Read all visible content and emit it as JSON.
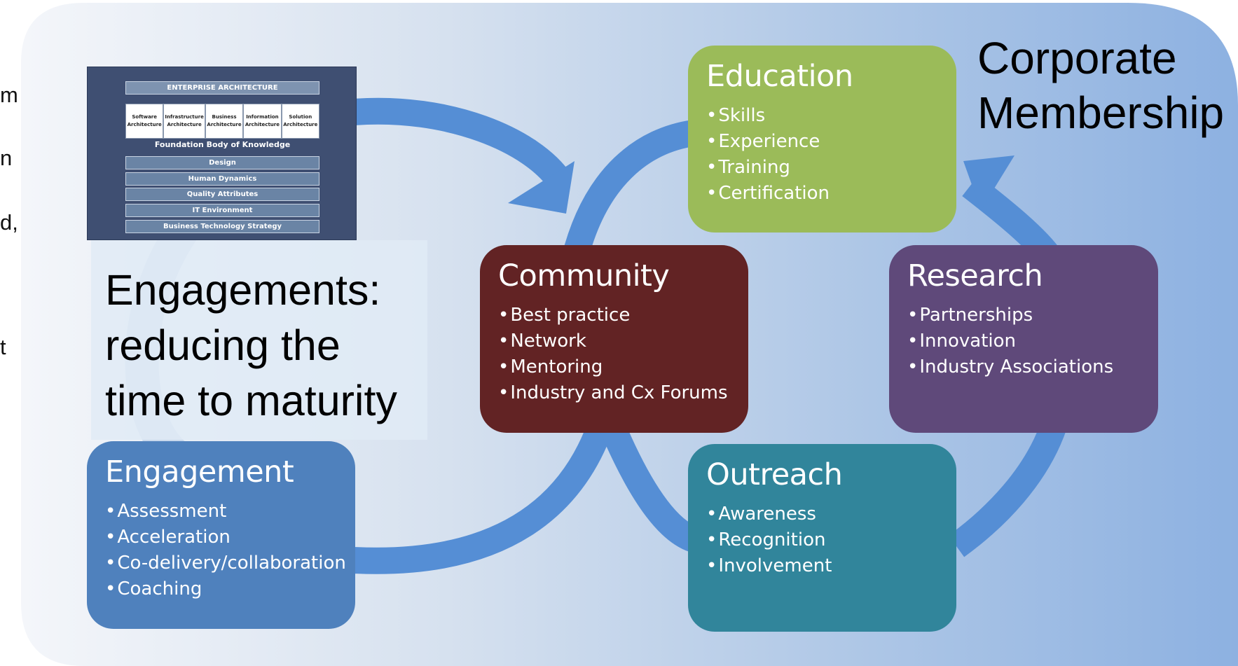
{
  "title": "Corporate\nMembership",
  "subtitle": "Engagements: reducing the time to maturity",
  "side_fragments": [
    "m",
    "n",
    "d,",
    "t"
  ],
  "colors": {
    "community": "#622324",
    "education": "#9bbb59",
    "research": "#5f497a",
    "outreach": "#31859b",
    "engagement": "#4f81bd",
    "arrow": "#558ed5"
  },
  "boxes": {
    "education": {
      "title": "Education",
      "items": [
        "Skills",
        "Experience",
        "Training",
        "Certification"
      ]
    },
    "community": {
      "title": "Community",
      "items": [
        "Best practice",
        "Network",
        "Mentoring",
        "Industry and Cx Forums"
      ]
    },
    "research": {
      "title": "Research",
      "items": [
        "Partnerships",
        "Innovation",
        "Industry Associations"
      ]
    },
    "outreach": {
      "title": "Outreach",
      "items": [
        "Awareness",
        "Recognition",
        "Involvement"
      ]
    },
    "engagement": {
      "title": "Engagement",
      "items": [
        "Assessment",
        "Acceleration",
        "Co-delivery/collaboration",
        "Coaching"
      ]
    }
  },
  "ea_diagram": {
    "header": "ENTERPRISE ARCHITECTURE",
    "architectures": [
      "Software Architecture",
      "Infrastructure Architecture",
      "Business Architecture",
      "Information Architecture",
      "Solution Architecture"
    ],
    "foundation": "Foundation Body of Knowledge",
    "layers": [
      "Design",
      "Human Dynamics",
      "Quality Attributes",
      "IT Environment",
      "Business Technology Strategy"
    ]
  }
}
